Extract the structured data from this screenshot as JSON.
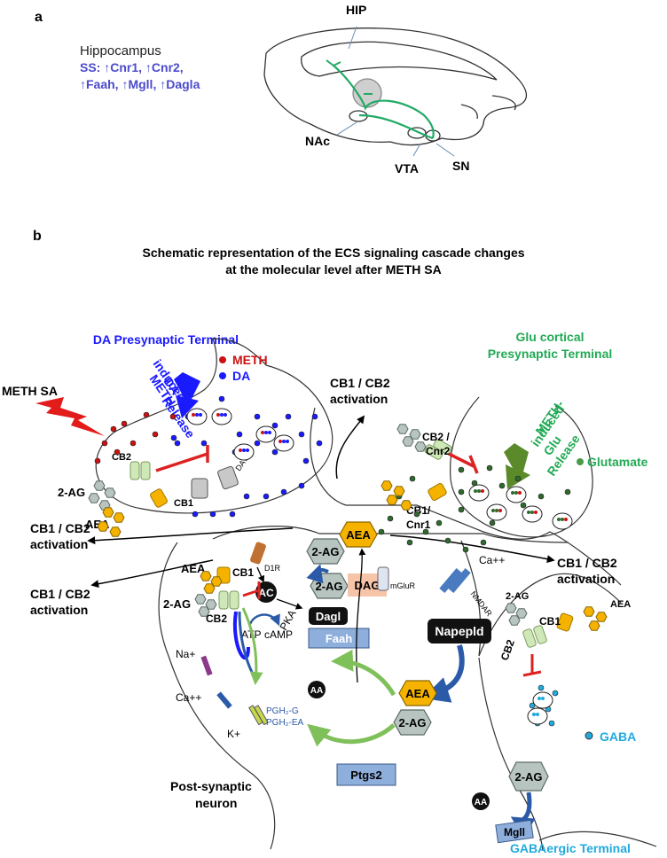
{
  "panel_a": {
    "panel_label": "a",
    "region_title": "Hippocampus",
    "ss_line1": "SS: ↑Cnr1, ↑Cnr2,",
    "ss_line2": "↑Faah, ↑Mgll, ↑Dagla",
    "labels": {
      "hip": "HIP",
      "nac": "NAc",
      "vta": "VTA",
      "sn": "SN"
    }
  },
  "panel_b": {
    "panel_label": "b",
    "title_line1": "Schematic representation of the ECS signaling cascade changes",
    "title_line2": "at the molecular level after METH SA",
    "da_terminal": "DA Presynaptic Terminal",
    "glu_terminal_line1": "Glu cortical",
    "glu_terminal_line2": "Presynaptic Terminal",
    "meth_sa": "METH SA",
    "meth_induced_da": [
      "METH-",
      "induced",
      "DA",
      "Release"
    ],
    "meth_induced_glu": [
      "METH-",
      "induced",
      "Glu",
      "Release"
    ],
    "legend_meth": "METH",
    "legend_da": "DA",
    "legend_glutamate": "Glutamate",
    "legend_gaba": "GABA",
    "activation_line1": "CB1 / CB2",
    "activation_line2": "activation",
    "cb2": "CB2",
    "cb1": "CB1",
    "cb2_cnr2_line1": "CB2 /",
    "cb2_cnr2_line2": "Cnr2",
    "cb1_cnr1_line1": "CB1/",
    "cb1_cnr1_line2": "Cnr1",
    "two_ag": "2-AG",
    "aea": "AEA",
    "dat": "DAT",
    "d1r": "D1R",
    "mglur": "mGluR",
    "nmdar": "NMDAR",
    "ca": "Ca++",
    "na": "Na+",
    "k": "K+",
    "ac": "AC",
    "atp": "ATP",
    "camp": "cAMP",
    "pka": "PKA",
    "dag": "DAG",
    "dagl": "Dagl",
    "faah": "Faah",
    "napepld": "Napepld",
    "ptgs2": "Ptgs2",
    "mgll": "Mgll",
    "aa": "AA",
    "pgh2_g": "PGH₂-G",
    "pgh2_ea": "PGH₂-EA",
    "post_synaptic_line1": "Post-synaptic",
    "post_synaptic_line2": "neuron",
    "gabaergic_terminal": "GABAergic Terminal"
  },
  "colors": {
    "da_blue": "#1a1aff",
    "meth_red": "#cc1111",
    "glu_green": "#22aa55",
    "gaba_cyan": "#22aadd",
    "ss_purple": "#4a4acc",
    "aea_orange": "#f5b300",
    "ag_gray": "#b8c4c0",
    "box_blue": "#8eaedc",
    "dag_salmon": "#f6c4a8"
  }
}
